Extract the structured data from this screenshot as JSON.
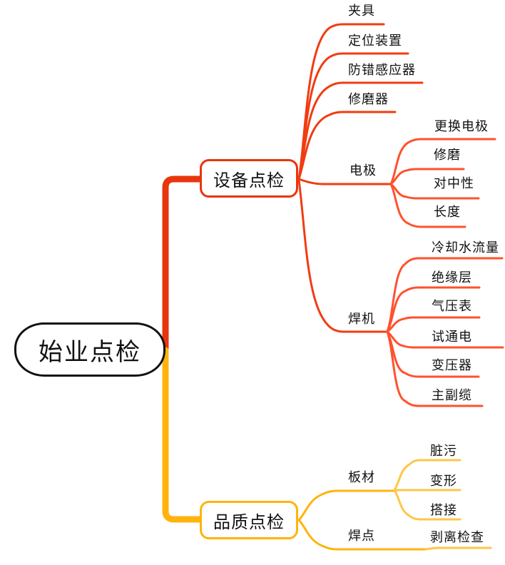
{
  "colors": {
    "background": "#ffffff",
    "text": "#111111",
    "node_border": "#111111",
    "branch_red": "#e8350c",
    "branch_red_mid": "#f13c12",
    "branch_red_light": "#ff512e",
    "branch_yellow": "#ffb30d",
    "branch_yellow_light": "#ffc648"
  },
  "map": {
    "root": {
      "label": "始业点检"
    },
    "branches": [
      {
        "label": "设备点检",
        "children": [
          {
            "label": "夹具"
          },
          {
            "label": "定位装置"
          },
          {
            "label": "防错感应器"
          },
          {
            "label": "修磨器"
          },
          {
            "label": "电极",
            "children": [
              {
                "label": "更换电极"
              },
              {
                "label": "修磨"
              },
              {
                "label": "对中性"
              },
              {
                "label": "长度"
              }
            ]
          },
          {
            "label": "焊机",
            "children": [
              {
                "label": "冷却水流量"
              },
              {
                "label": "绝缘层"
              },
              {
                "label": "气压表"
              },
              {
                "label": "试通电"
              },
              {
                "label": "变压器"
              },
              {
                "label": "主副缆"
              }
            ]
          }
        ]
      },
      {
        "label": "品质点检",
        "children": [
          {
            "label": "板材",
            "children": [
              {
                "label": "脏污"
              },
              {
                "label": "变形"
              },
              {
                "label": "搭接"
              }
            ]
          },
          {
            "label": "焊点",
            "children": [
              {
                "label": "剥离检查"
              }
            ]
          }
        ]
      }
    ]
  }
}
